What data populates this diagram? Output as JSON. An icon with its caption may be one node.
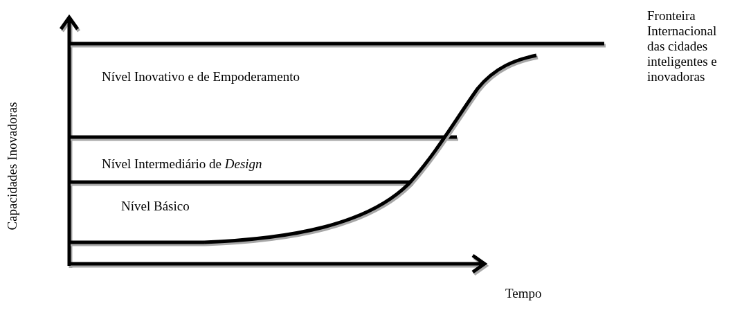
{
  "diagram": {
    "labels": [
      "Fronteira Internacional das cidades inteligentes e inovadoras",
      "Nível Inovativo e de Empoderamento",
      "Nível Intermediário de *Design*",
      "Nível Básico",
      "Capacidades Inovadoras",
      "Tempo"
    ]
  }
}
